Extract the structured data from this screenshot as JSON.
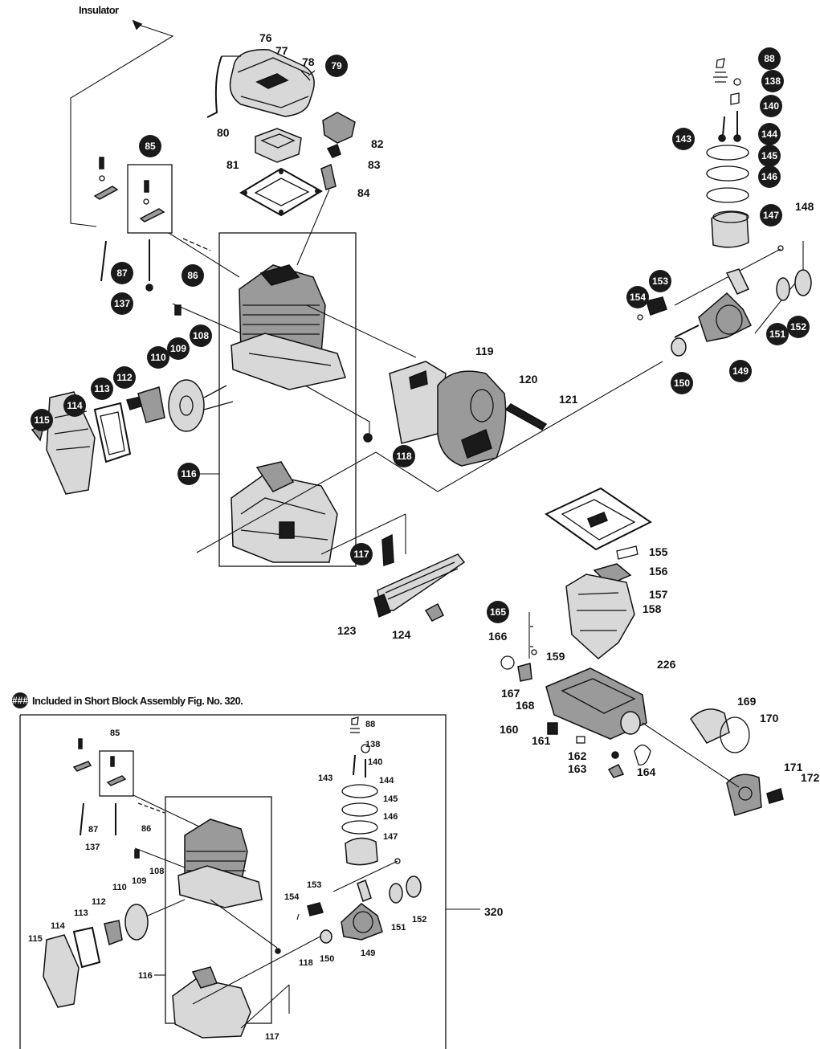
{
  "header": {
    "insulator": "Insulator",
    "note": "Included in Short Block Assembly Fig. No. 320.",
    "note_mark": "###"
  },
  "callouts_main": {
    "c76": "76",
    "c77": "77",
    "c78": "78",
    "c79": "79",
    "c80": "80",
    "c81": "81",
    "c82": "82",
    "c83": "83",
    "c84": "84",
    "c85": "85",
    "c86": "86",
    "c87": "87",
    "c88": "88",
    "c137": "137",
    "c138": "138",
    "c140": "140",
    "c143": "143",
    "c144": "144",
    "c145": "145",
    "c146": "146",
    "c147": "147",
    "c148": "148",
    "c149": "149",
    "c150": "150",
    "c151": "151",
    "c152": "152",
    "c153": "153",
    "c154": "154",
    "c108": "108",
    "c109": "109",
    "c110": "110",
    "c112": "112",
    "c113": "113",
    "c114": "114",
    "c115": "115",
    "c116": "116",
    "c117": "117",
    "c118": "118",
    "c119": "119",
    "c120": "120",
    "c121": "121",
    "c123": "123",
    "c124": "124"
  },
  "callouts_tank": {
    "c155": "155",
    "c156": "156",
    "c157": "157",
    "c158": "158",
    "c226": "226",
    "c165": "165",
    "c166": "166",
    "c167": "167",
    "c168": "168",
    "c159": "159",
    "c160": "160",
    "c161": "161",
    "c162": "162",
    "c163": "163",
    "c164": "164",
    "c169": "169",
    "c170": "170",
    "c171": "171",
    "c172": "172"
  },
  "callouts_inset": {
    "c85": "85",
    "c86": "86",
    "c87": "87",
    "c137": "137",
    "c88": "88",
    "c138": "138",
    "c140": "140",
    "c143": "143",
    "c144": "144",
    "c145": "145",
    "c146": "146",
    "c147": "147",
    "c153": "153",
    "c154": "154",
    "c151": "151",
    "c152": "152",
    "c149": "149",
    "c150": "150",
    "c110": "110",
    "c109": "109",
    "c108": "108",
    "c112": "112",
    "c113": "113",
    "c114": "114",
    "c115": "115",
    "c116": "116",
    "c117": "117",
    "c118": "118",
    "c320": "320"
  }
}
